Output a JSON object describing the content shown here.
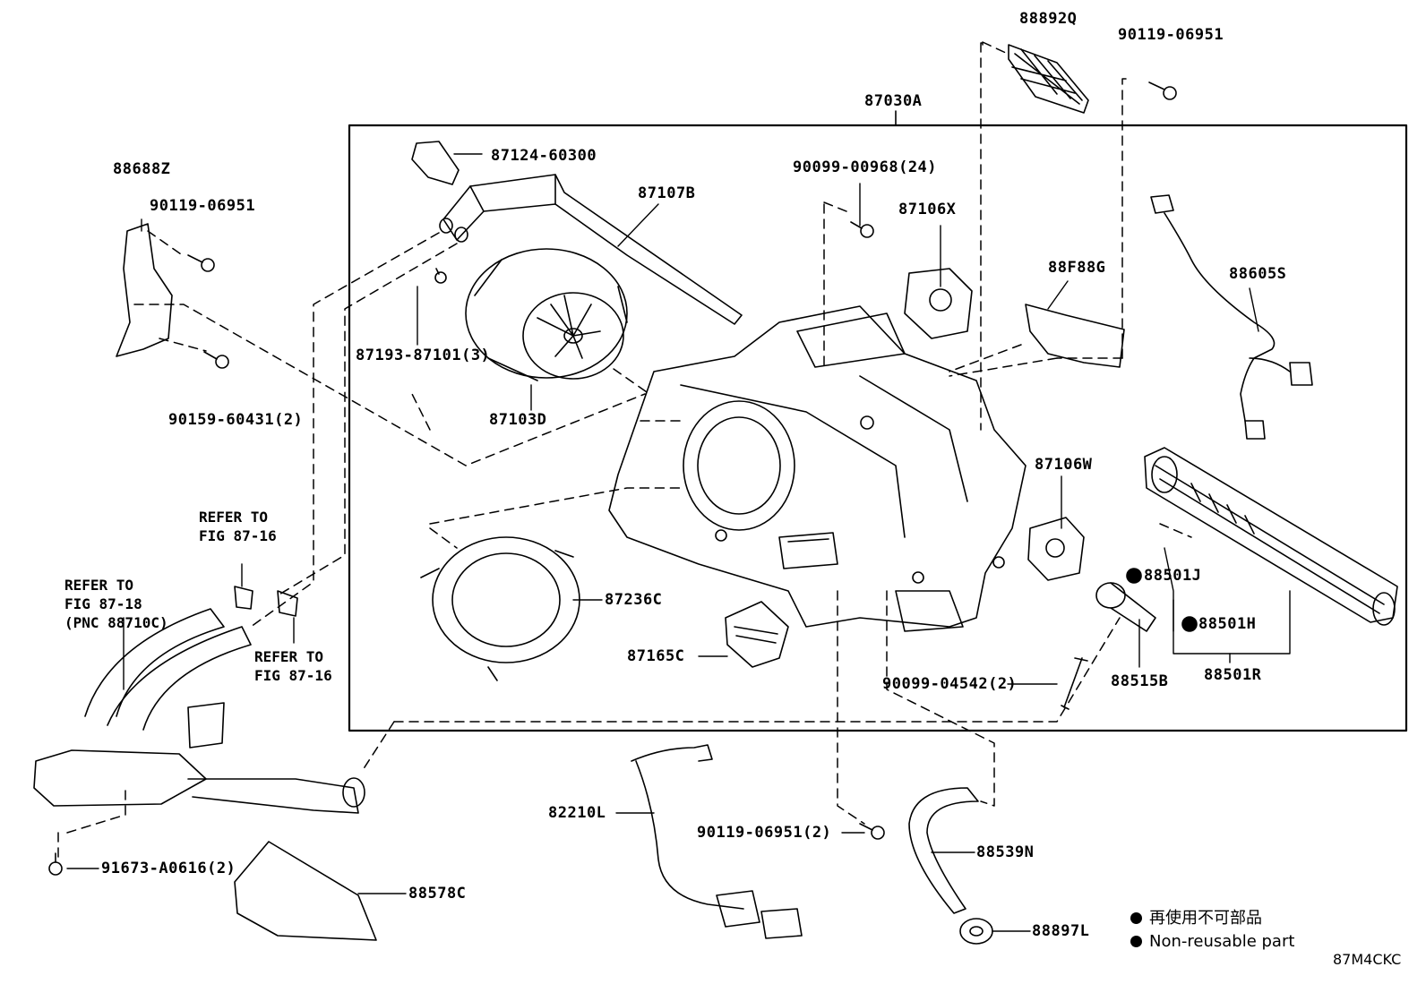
{
  "diagram": {
    "figure_code": "87M4CKC",
    "assembly_label": "87030A",
    "parts": {
      "p88892Q": "88892Q",
      "p90119_top": "90119-06951",
      "p87030A": "87030A",
      "p87124": "87124-60300",
      "p88688Z": "88688Z",
      "p90119_left": "90119-06951",
      "p87107B": "87107B",
      "p90099_00968": "90099-00968(24)",
      "p87106X": "87106X",
      "p88F88G": "88F88G",
      "p88605S": "88605S",
      "p87193": "87193-87101(3)",
      "p90159": "90159-60431(2)",
      "p87103D": "87103D",
      "p87106W": "87106W",
      "p88501J": "88501J",
      "p87236C": "87236C",
      "p88501H": "88501H",
      "p87165C": "87165C",
      "p90099_04542": "90099-04542(2)",
      "p88515B": "88515B",
      "p88501R": "88501R",
      "p82210L": "82210L",
      "p90119_bottom": "90119-06951(2)",
      "p88539N": "88539N",
      "p91673": "91673-A0616(2)",
      "p88578C": "88578C",
      "p88897L": "88897L"
    },
    "notes": {
      "refer_a": "REFER TO\nFIG 87-16",
      "refer_b": "REFER TO\nFIG 87-16",
      "refer_c": "REFER TO\nFIG 87-18\n(PNC 88710C)"
    },
    "legend": {
      "jp": "再使用不可部品",
      "en": "Non-reusable part"
    }
  }
}
